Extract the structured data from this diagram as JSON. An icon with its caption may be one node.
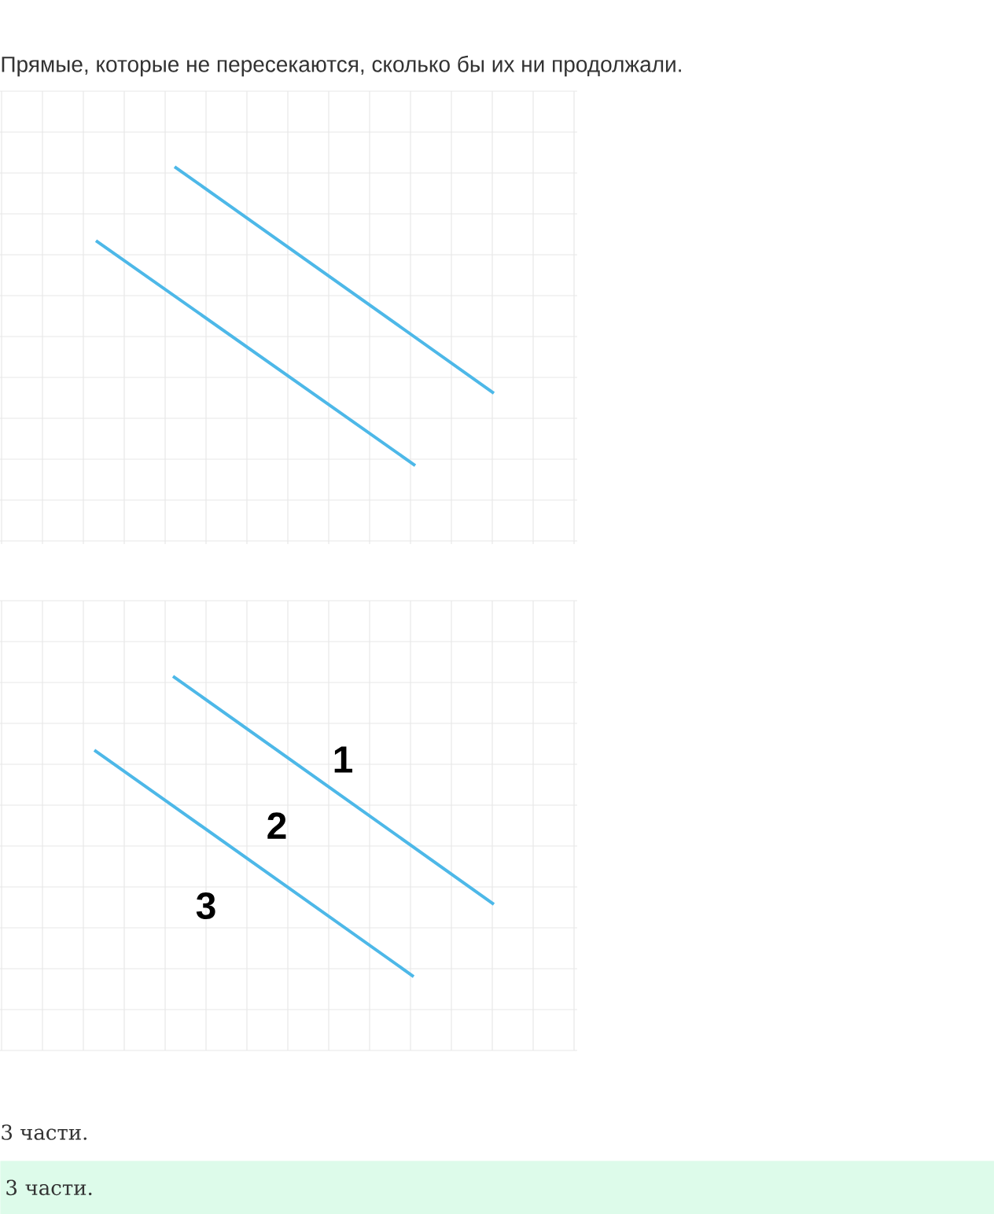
{
  "diagram": {
    "nodes": [
      {
        "text": [
          "3 части."
        ]
      }
    ],
    "labels": [
      "Прямые, которые не пересекаются, сколько бы их ни продолжали.",
      "1",
      "2",
      "3",
      "3 части."
    ]
  }
}
